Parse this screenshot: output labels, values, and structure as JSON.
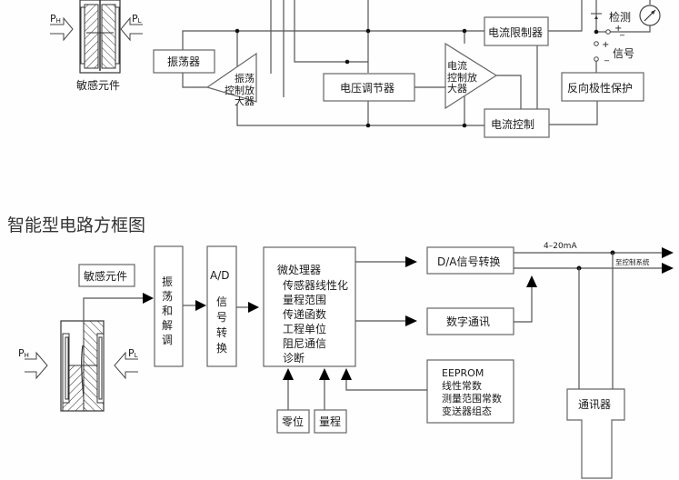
{
  "top_diagram": {
    "sensor_label": "敏感元件",
    "ph_label": "PH",
    "pl_label": "PL",
    "oscillator": "振荡器",
    "osc_amp": [
      "振荡",
      "控制放",
      "大器"
    ],
    "voltage_regulator": "电压调节器",
    "current_amp": [
      "电流",
      "控制放",
      "大器"
    ],
    "current_limiter": "电流限制器",
    "current_control": "电流控制",
    "reverse_protect": "反向极性保护",
    "detect_label": "检测",
    "signal_label": "信号",
    "plus": "+",
    "minus": "_"
  },
  "title": "智能型电路方框图",
  "bottom_diagram": {
    "sensor_label": "敏感元件",
    "ph_label": "PH",
    "pl_label": "PL",
    "demod": [
      "振",
      "荡",
      "和",
      "解",
      "调"
    ],
    "ad_title": "A/D",
    "ad_chars": [
      "信",
      "号",
      "转",
      "换"
    ],
    "mcu_lines": [
      "微处理器",
      "传感器线性化",
      "量程范围",
      "传递函数",
      "工程单位",
      "阻尼通信",
      "诊断"
    ],
    "da_label": "D/A信号转换",
    "digital_comm": "数字通讯",
    "eeprom_lines": [
      "EEPROM",
      "线性常数",
      "测量范围常数",
      "变送器组态"
    ],
    "zero": "零位",
    "span": "量程",
    "current_label": "4–20mA",
    "to_control": "至控制系统",
    "communicator": "通讯器"
  }
}
